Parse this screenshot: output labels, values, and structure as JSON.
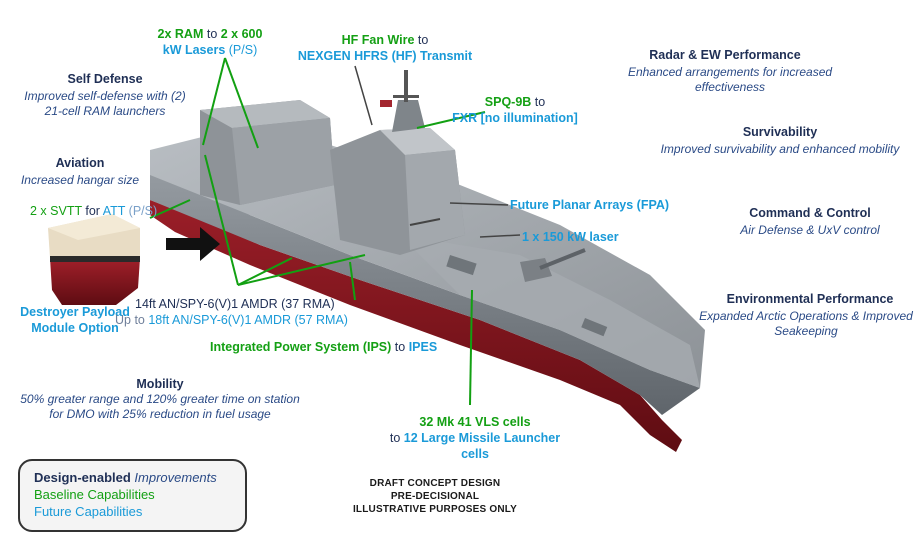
{
  "right_panel": [
    {
      "title": "Radar & EW Performance",
      "desc": "Enhanced arrangements for increased effectiveness"
    },
    {
      "title": "Survivability",
      "desc": "Improved survivability and enhanced mobility"
    },
    {
      "title": "Command & Control",
      "desc": "Air Defense & UxV control"
    },
    {
      "title": "Environmental Performance",
      "desc": "Expanded Arctic Operations & Improved Seakeeping"
    }
  ],
  "left_panel": {
    "self_defense": {
      "title": "Self Defense",
      "desc": "Improved self-defense with (2) 21-cell RAM launchers"
    },
    "aviation": {
      "title": "Aviation",
      "desc": "Increased hangar size"
    },
    "mobility": {
      "title": "Mobility",
      "desc": "50% greater range and 120% greater time on station for DMO with 25% reduction in fuel usage"
    }
  },
  "callouts": {
    "ram": {
      "part1": "2x RAM",
      "to": " to ",
      "part2": "2 x 600",
      "part3": "kW Lasers",
      "suffix": " (P/S)"
    },
    "hf": {
      "part1": "HF Fan Wire",
      "to": " to",
      "part2": "NEXGEN HFRS (HF) Transmit"
    },
    "spq": {
      "part1": "SPQ-9B",
      "to": " to",
      "part2": "FXR [no illumination]"
    },
    "svtt": {
      "part1": "2 x SVTT",
      "to": " for ",
      "part2": "ATT",
      "suffix": " (P/S)"
    },
    "fpa": "Future Planar Arrays (FPA)",
    "laser": "1 x 150 kW laser",
    "payload": {
      "line1": "Destroyer Payload",
      "line2": "Module Option"
    },
    "amdr": {
      "line1": "14ft AN/SPY-6(V)1 AMDR (37 RMA)",
      "line2_prefix": "Up to ",
      "line2": "18ft AN/SPY-6(V)1 AMDR (57 RMA)"
    },
    "ips": {
      "part1": "Integrated Power System (IPS)",
      "to": " to ",
      "part2": "IPES"
    },
    "vls": {
      "line1": "32 Mk 41 VLS cells",
      "to": "to ",
      "line2": "12 Large Missile Launcher cells"
    }
  },
  "legend": {
    "design_bold": "Design-enabled",
    "design_italic": " Improvements",
    "baseline": "Baseline Capabilities",
    "future": "Future Capabilities"
  },
  "draft_notice": [
    "DRAFT CONCEPT DESIGN",
    "PRE-DECISIONAL",
    "ILLUSTRATIVE PURPOSES ONLY"
  ]
}
